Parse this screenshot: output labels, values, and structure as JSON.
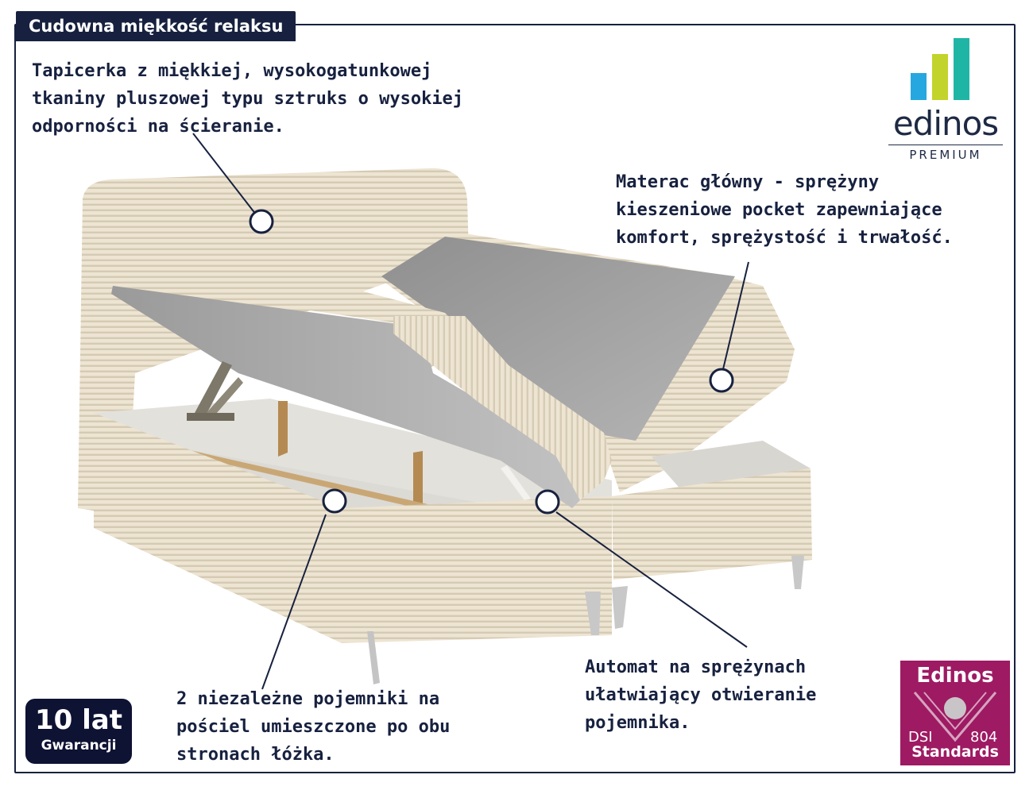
{
  "header": {
    "title": "Cudowna miękkość relaksu"
  },
  "callouts": {
    "upholstery": [
      "Tapicerka z miękkiej, wysokogatunkowej",
      "tkaniny pluszowej typu sztruks o wysokiej",
      "odporności na ścieranie."
    ],
    "mattress": [
      "Materac główny - sprężyny",
      "kieszeniowe pocket zapewniające",
      "komfort, sprężystość i trwałość."
    ],
    "storage": [
      "2 niezależne pojemniki na",
      "pościel umieszczone po obu",
      "stronach łóżka."
    ],
    "spring": [
      "Automat na sprężynach",
      "ułatwiający otwieranie",
      "pojemnika."
    ]
  },
  "logo": {
    "name": "edinos",
    "tagline": "PREMIUM",
    "colors": [
      "#27a7e0",
      "#c2d32b",
      "#1fb5a5"
    ]
  },
  "warranty": {
    "years": "10 lat",
    "label": "Gwarancji"
  },
  "dsi_badge": {
    "title": "Edinos",
    "left": "DSI",
    "right": "804",
    "subtitle": "Standards"
  },
  "colors": {
    "navy": "#17213f",
    "fabric": "#ede4d2",
    "mattress": "#a9a9a9",
    "dsi": "#9e1a63"
  }
}
